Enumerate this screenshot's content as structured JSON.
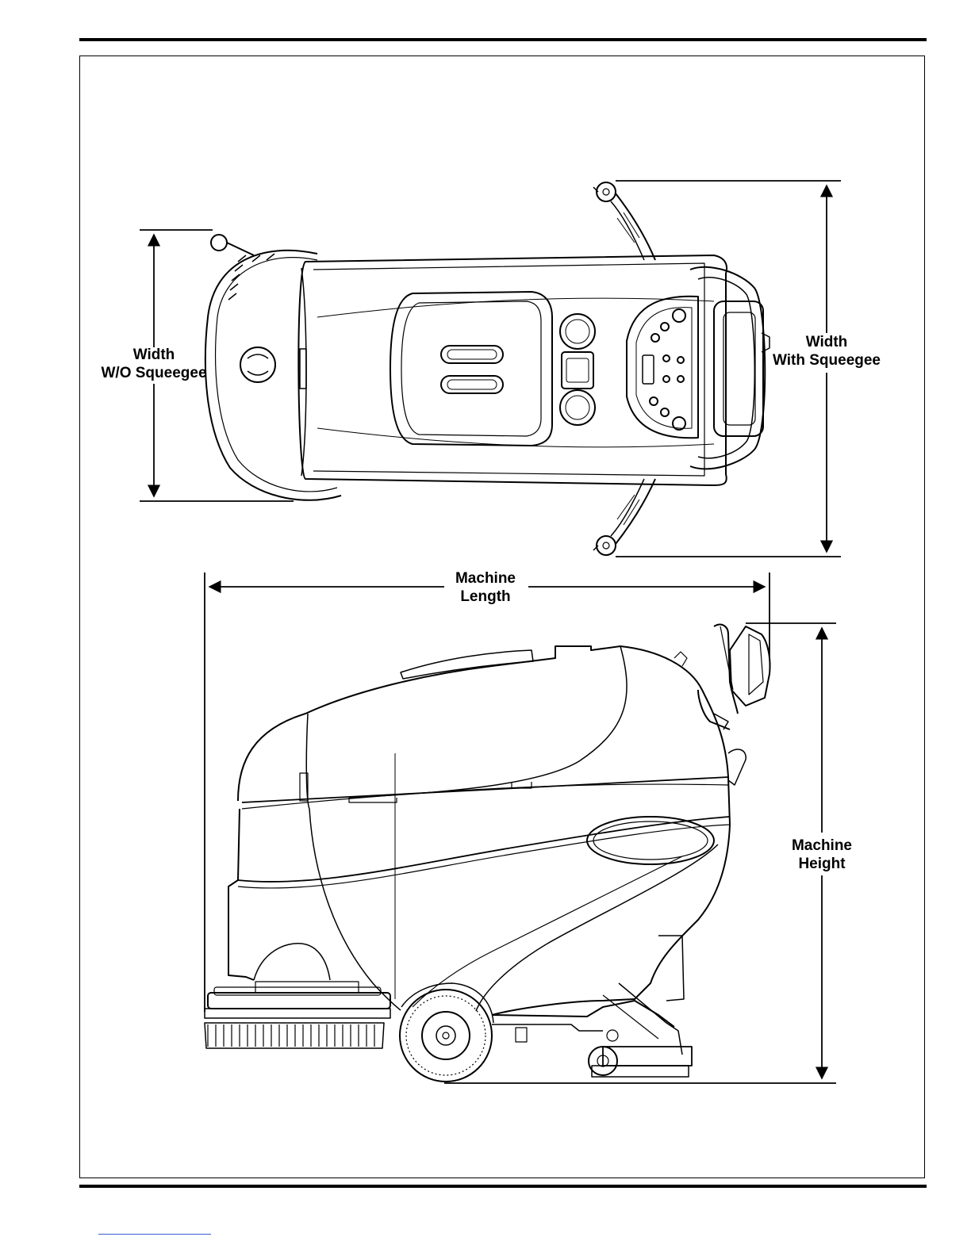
{
  "labels": {
    "width_without_squeegee": [
      "Width",
      "W/O Squeegee"
    ],
    "width_with_squeegee": [
      "Width",
      "With Squeegee"
    ],
    "machine_length": [
      "Machine",
      "Length"
    ],
    "machine_height": [
      "Machine",
      "Height"
    ]
  }
}
